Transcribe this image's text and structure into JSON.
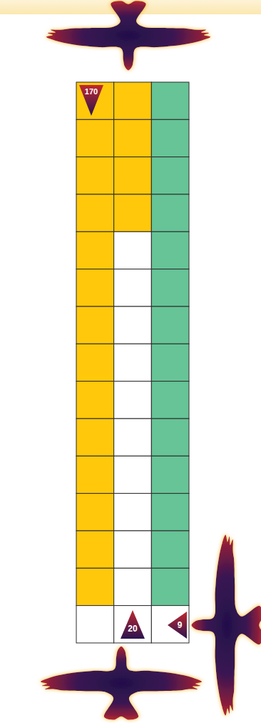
{
  "diagram": {
    "labels": [
      "170",
      "20",
      "9"
    ]
  }
}
